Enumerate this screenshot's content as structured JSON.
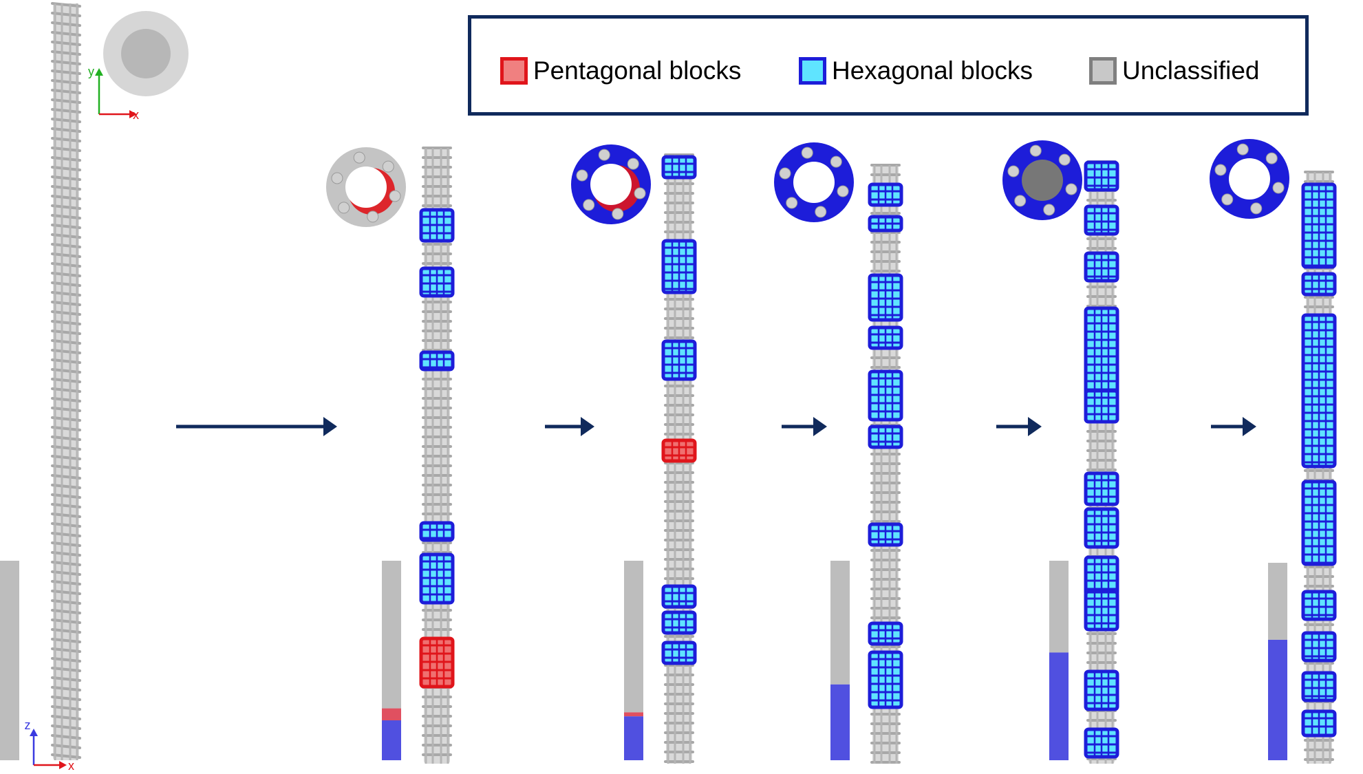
{
  "legend": {
    "items": [
      {
        "label": "Pentagonal blocks",
        "fill": "#f08080",
        "border": "#e0151b"
      },
      {
        "label": "Hexagonal blocks",
        "fill": "#5fe4ff",
        "border": "#1d1dd9"
      },
      {
        "label": "Unclassified",
        "fill": "#c8c8c8",
        "border": "#7f7f7f"
      }
    ]
  },
  "axes": {
    "top": {
      "vertical": "y",
      "horizontal": "x",
      "vertical_color": "#21b021",
      "horizontal_color": "#e0151b"
    },
    "bottom": {
      "vertical": "z",
      "horizontal": "x",
      "vertical_color": "#3a3ae0",
      "horizontal_color": "#e0151b"
    }
  },
  "colors": {
    "unclassified": "#bdbdbd",
    "hexagonal": "#1d1dd9",
    "hexagonal_fill": "#5fe4ff",
    "pentagonal": "#e0151b",
    "arrow": "#102a5c",
    "bar_blue": "#5050e0",
    "bar_red": "#e05060",
    "bar_gray": "#bdbdbd"
  },
  "stages": [
    {
      "hexagonal_fraction": 0.0,
      "pentagonal_fraction": 0.0
    },
    {
      "hexagonal_fraction": 0.2,
      "pentagonal_fraction": 0.06
    },
    {
      "hexagonal_fraction": 0.22,
      "pentagonal_fraction": 0.02
    },
    {
      "hexagonal_fraction": 0.38,
      "pentagonal_fraction": 0.0
    },
    {
      "hexagonal_fraction": 0.54,
      "pentagonal_fraction": 0.0
    },
    {
      "hexagonal_fraction": 0.61,
      "pentagonal_fraction": 0.0
    }
  ]
}
